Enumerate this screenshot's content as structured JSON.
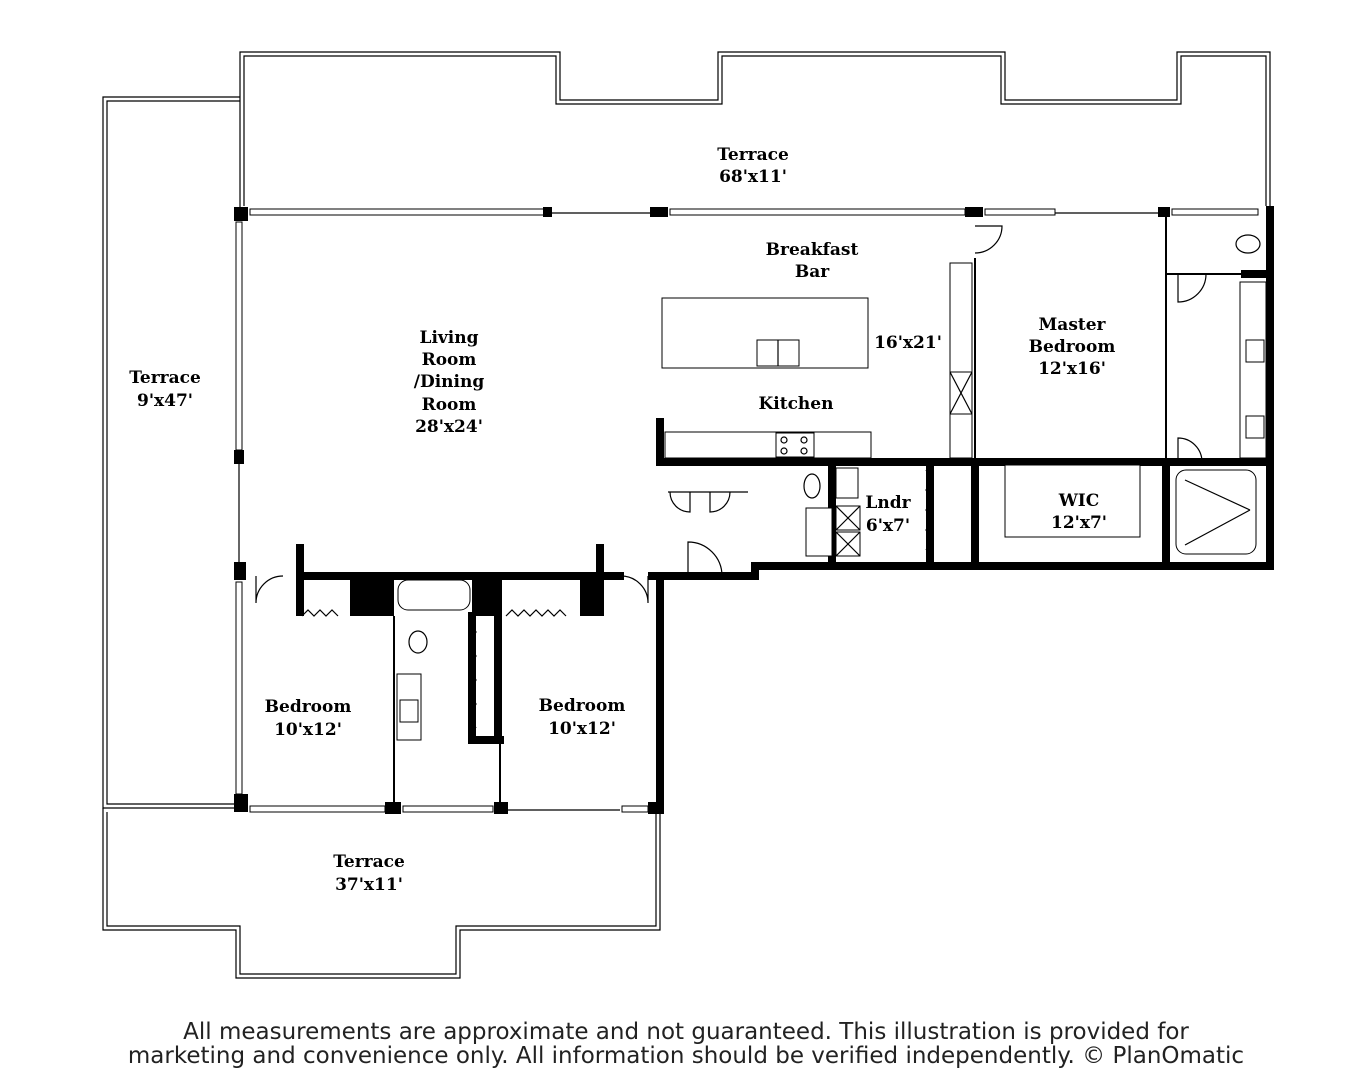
{
  "rooms": {
    "terrace_top": {
      "name": "Terrace",
      "size": "68'x11'"
    },
    "terrace_left": {
      "name": "Terrace",
      "size": "9'x47'"
    },
    "terrace_bottom": {
      "name": "Terrace",
      "size": "37'x11'"
    },
    "living": {
      "line1": "Living",
      "line2": "Room",
      "line3": "/Dining",
      "line4": "Room",
      "size": "28'x24'"
    },
    "breakfast": {
      "line1": "Breakfast",
      "line2": "Bar"
    },
    "kitchen": {
      "name": "Kitchen",
      "size": "16'x21'"
    },
    "master": {
      "line1": "Master",
      "line2": "Bedroom",
      "size": "12'x16'"
    },
    "laundry": {
      "name": "Lndr",
      "size": "6'x7'"
    },
    "wic": {
      "name": "WIC",
      "size": "12'x7'"
    },
    "bedroom_left": {
      "name": "Bedroom",
      "size": "10'x12'"
    },
    "bedroom_right": {
      "name": "Bedroom",
      "size": "10'x12'"
    }
  },
  "disclaimer": {
    "line1": "All measurements are approximate and not guaranteed. This illustration is provided for",
    "line2": "marketing and convenience only. All information should be verified independently. © PlanOmatic"
  }
}
